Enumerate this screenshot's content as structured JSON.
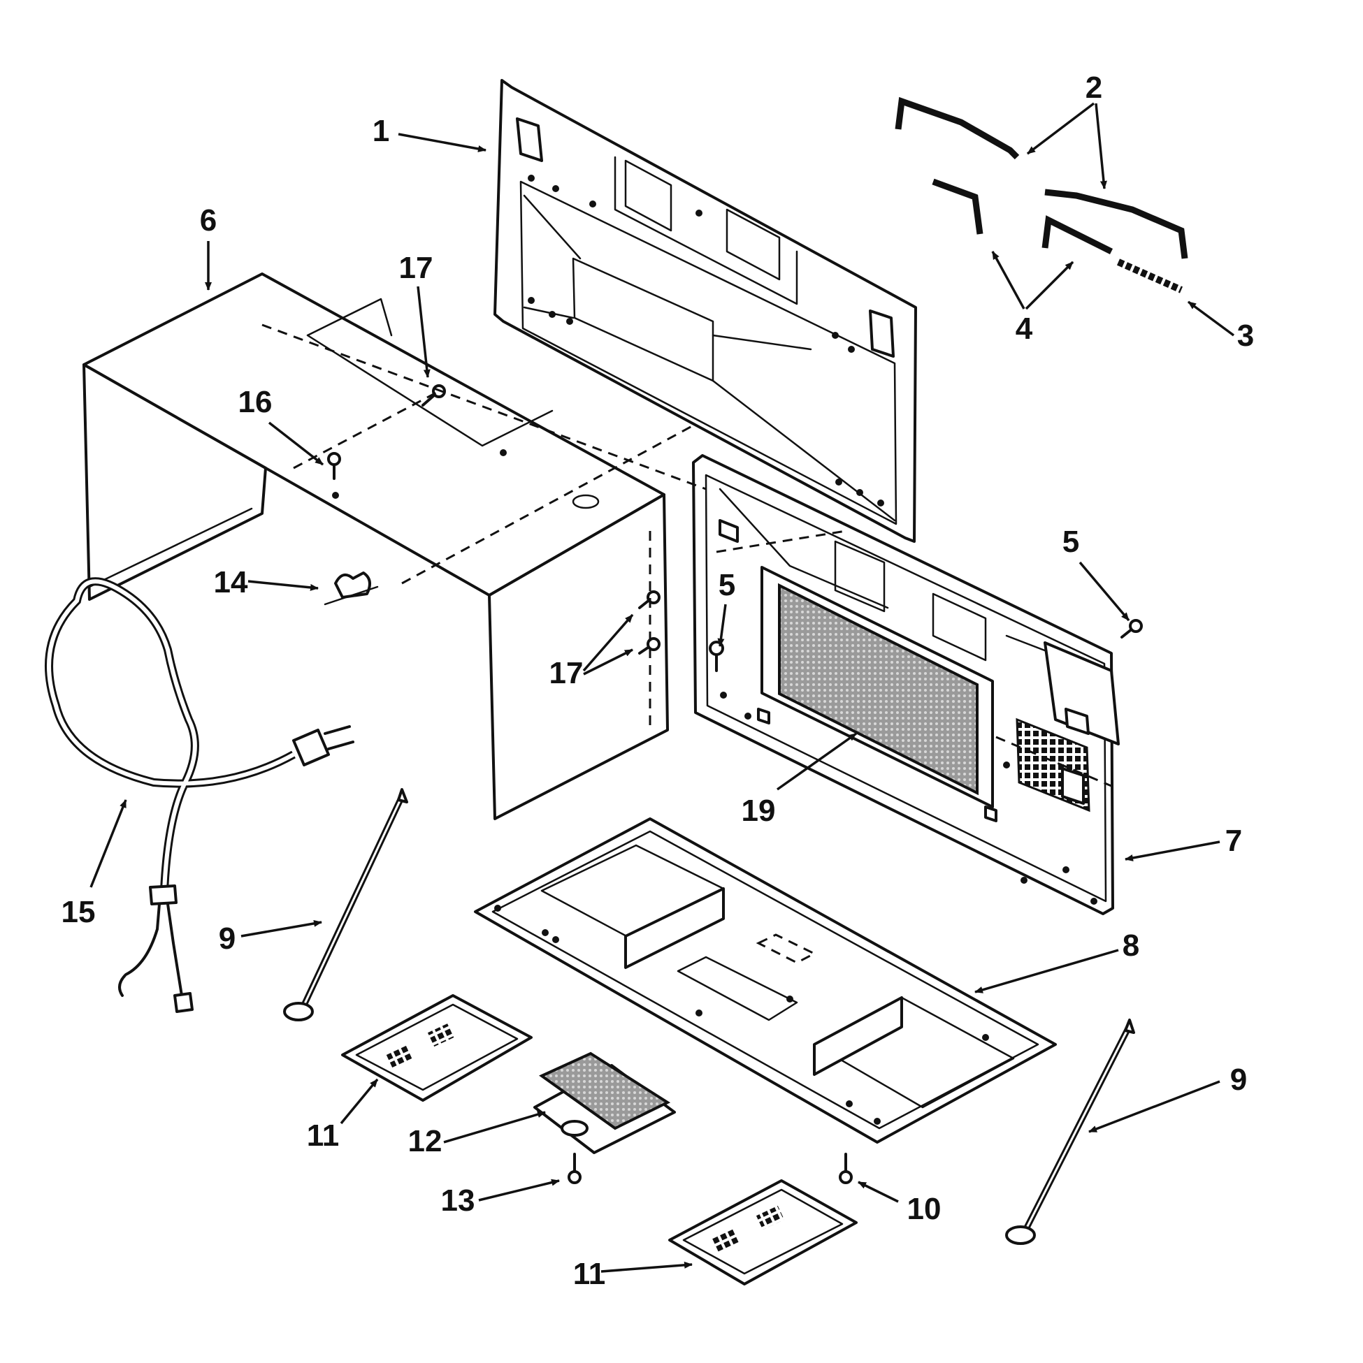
{
  "diagram": {
    "colors": {
      "ink": "#111111",
      "paper": "#ffffff"
    },
    "callouts": [
      {
        "id": "c1",
        "text": "1"
      },
      {
        "id": "c2",
        "text": "2"
      },
      {
        "id": "c3",
        "text": "3"
      },
      {
        "id": "c4",
        "text": "4"
      },
      {
        "id": "c5a",
        "text": "5"
      },
      {
        "id": "c5b",
        "text": "5"
      },
      {
        "id": "c6",
        "text": "6"
      },
      {
        "id": "c7",
        "text": "7"
      },
      {
        "id": "c8",
        "text": "8"
      },
      {
        "id": "c9a",
        "text": "9"
      },
      {
        "id": "c9b",
        "text": "9"
      },
      {
        "id": "c10",
        "text": "10"
      },
      {
        "id": "c11a",
        "text": "11"
      },
      {
        "id": "c11b",
        "text": "11"
      },
      {
        "id": "c12",
        "text": "12"
      },
      {
        "id": "c13",
        "text": "13"
      },
      {
        "id": "c14",
        "text": "14"
      },
      {
        "id": "c15",
        "text": "15"
      },
      {
        "id": "c16",
        "text": "16"
      },
      {
        "id": "c17a",
        "text": "17"
      },
      {
        "id": "c17b",
        "text": "17"
      },
      {
        "id": "c19",
        "text": "19"
      }
    ]
  }
}
